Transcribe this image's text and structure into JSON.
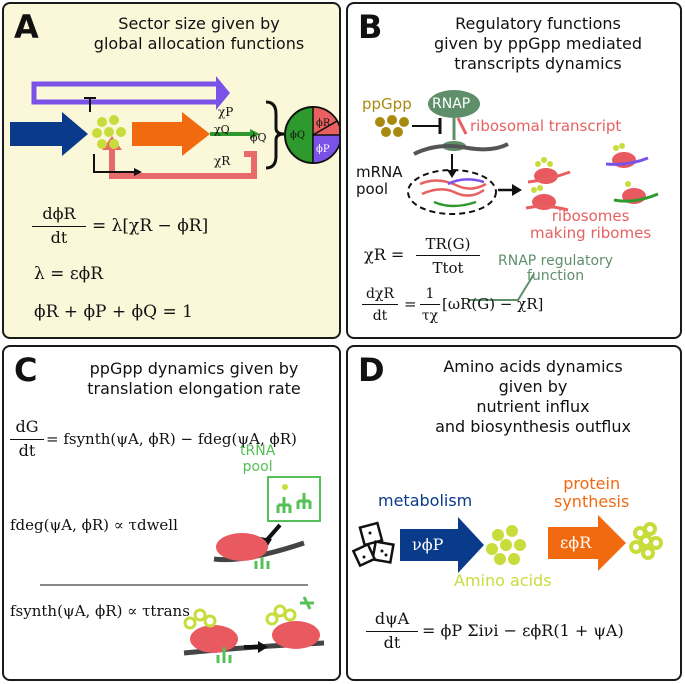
{
  "panelA": {
    "letter": "A",
    "title_lines": [
      "Sector size given by",
      "global allocation functions"
    ],
    "chi_p": "χP",
    "chi_q": "χQ",
    "chi_r": "χR",
    "phi_q": "ϕQ",
    "pie": {
      "phi_q": "ϕQ",
      "phi_r": "ϕR",
      "phi_p": "ϕP"
    },
    "eq1_num": "dϕR",
    "eq1_den": "dt",
    "eq1_rhs": "= λ[χR − ϕR]",
    "eq2": "λ = εϕR",
    "eq3": "ϕR + ϕP + ϕQ = 1"
  },
  "panelB": {
    "letter": "B",
    "title_lines": [
      "Regulatory functions",
      "given by ppGpp mediated",
      "transcripts dynamics"
    ],
    "ppgpp": "ppGpp",
    "rnap": "RNAP",
    "ribosomal_transcript": "ribosomal transcript",
    "mrna_pool": [
      "mRNA",
      "pool"
    ],
    "ribosomes_lines": [
      "ribosomes",
      "making ribomes"
    ],
    "eq1_lhs": "χR =",
    "eq1_num": "TR(G)",
    "eq1_den": "Ttot",
    "rnap_reg_lines": [
      "RNAP regulatory",
      "function"
    ],
    "eq2_num": "dχR",
    "eq2_den": "dt",
    "eq2_mid_num": "1",
    "eq2_mid_den": "τχ",
    "eq2_rhs": "[ωR(G) − χR]"
  },
  "panelC": {
    "letter": "C",
    "title_lines": [
      "ppGpp dynamics given by",
      "translation elongation rate"
    ],
    "eq1_num": "dG",
    "eq1_den": "dt",
    "eq1_rhs": "= fsynth(ψA, ϕR) − fdeg(ψA, ϕR)",
    "eq2": "fdeg(ψA, ϕR) ∝ τdwell",
    "trna_lines": [
      "tRNA",
      "pool"
    ],
    "eq3": "fsynth(ψA, ϕR) ∝ τtrans"
  },
  "panelD": {
    "letter": "D",
    "title_lines": [
      "Amino acids dynamics",
      "given by",
      "nutrient influx",
      "and biosynthesis outflux"
    ],
    "metabolism": "metabolism",
    "nu_phi_p": "νϕP",
    "protein_synthesis_lines": [
      "protein",
      "synthesis"
    ],
    "eps_phi_r": "εϕR",
    "amino_acids": "Amino acids",
    "eq_num": "dψA",
    "eq_den": "dt",
    "eq_rhs": "= ϕP Σiνi − εϕR(1 + ψA)"
  },
  "colors": {
    "panelA_bg": "#fbf7d9",
    "navy": "#0a3a8a",
    "orange": "#f26a10",
    "purple": "#7b52e8",
    "salmon": "#e86060",
    "green": "#2e9a2e",
    "lime": "#c8dc3c",
    "olive": "#a88a10",
    "rnap_green": "#5f8f6a",
    "trna_green": "#55c055",
    "ribosome_red": "#e85a60"
  }
}
